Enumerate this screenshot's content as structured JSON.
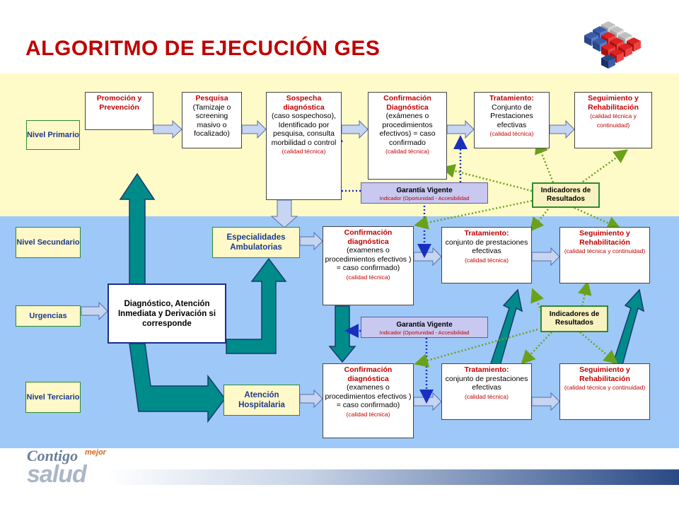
{
  "title": "ALGORITMO DE EJECUCIÓN GES",
  "levels": {
    "primario": "Nivel Primario",
    "secundario": "Nivel Secundario",
    "urgencias": "Urgencias",
    "terciario": "Nivel Terciario"
  },
  "primary": {
    "promocion": "Promoción y Prevención",
    "pesquisa_title": "Pesquisa",
    "pesquisa_body": "(Tamizaje o screening masivo o focalizado)",
    "sospecha_title": "Sospecha diagnóstica",
    "sospecha_body": "(caso sospechoso), Identificado por pesquisa, consulta morbilidad o control",
    "sospecha_note": "(calidad técnica)",
    "confirmacion_title": "Confirmación Diagnóstica",
    "confirmacion_body": "(exámenes o procedimientos efectivos) = caso confirmado",
    "confirmacion_note": "(calidad técnica)",
    "tratamiento_title": "Tratamiento:",
    "tratamiento_body": "Conjunto de Prestaciones efectivas",
    "tratamiento_note": "(calidad técnica)",
    "seguimiento_title": "Seguimiento y Rehabilitación",
    "seguimiento_note": "(calidad técnica y continuidad)"
  },
  "secondary": {
    "especialidades": "Especialidades Ambulatorias",
    "confirmacion_title": "Confirmación diagnóstica",
    "confirmacion_body": "(examenes o procedimientos efectivos ) = caso confirmado)",
    "confirmacion_note": "(calidad técnica)",
    "tratamiento_title": "Tratamiento:",
    "tratamiento_body": "conjunto de prestaciones efectivas",
    "tratamiento_note": "(calidad técnica)",
    "seguimiento_title": "Seguimiento y Rehabilitación",
    "seguimiento_note": "(calidad técnica y continuidad)"
  },
  "tertiary": {
    "atencion": "Atención Hospitalaria",
    "confirmacion_title": "Confirmación diagnóstica",
    "confirmacion_body": "(examenes o procedimientos efectivos ) = caso confirmado)",
    "confirmacion_note": "(calidad técnica)",
    "tratamiento_title": "Tratamiento:",
    "tratamiento_body": "conjunto de prestaciones efectivas",
    "tratamiento_note": "(calidad técnica)",
    "seguimiento_title": "Seguimiento y Rehabilitación",
    "seguimiento_note": "(calidad técnica y continuidad)"
  },
  "diagnostico": "Diagnóstico, Atención Inmediata y Derivación si corresponde",
  "garantia": {
    "label": "Garantía Vigente",
    "sub": "Indicador (Oportunidad - Accesibilidad"
  },
  "indicadores": "Indicadores de Resultados",
  "logo": {
    "word1": "Contigo",
    "word2": "mejor",
    "word3": "salud"
  },
  "colors": {
    "title_red": "#c00000",
    "primary_band": "#fffbc8",
    "secondary_band": "#9ec8f7",
    "teal_arrow": "#008b8b",
    "dotted_blue": "#1b2fbf",
    "dotted_green": "#6aa11a"
  }
}
